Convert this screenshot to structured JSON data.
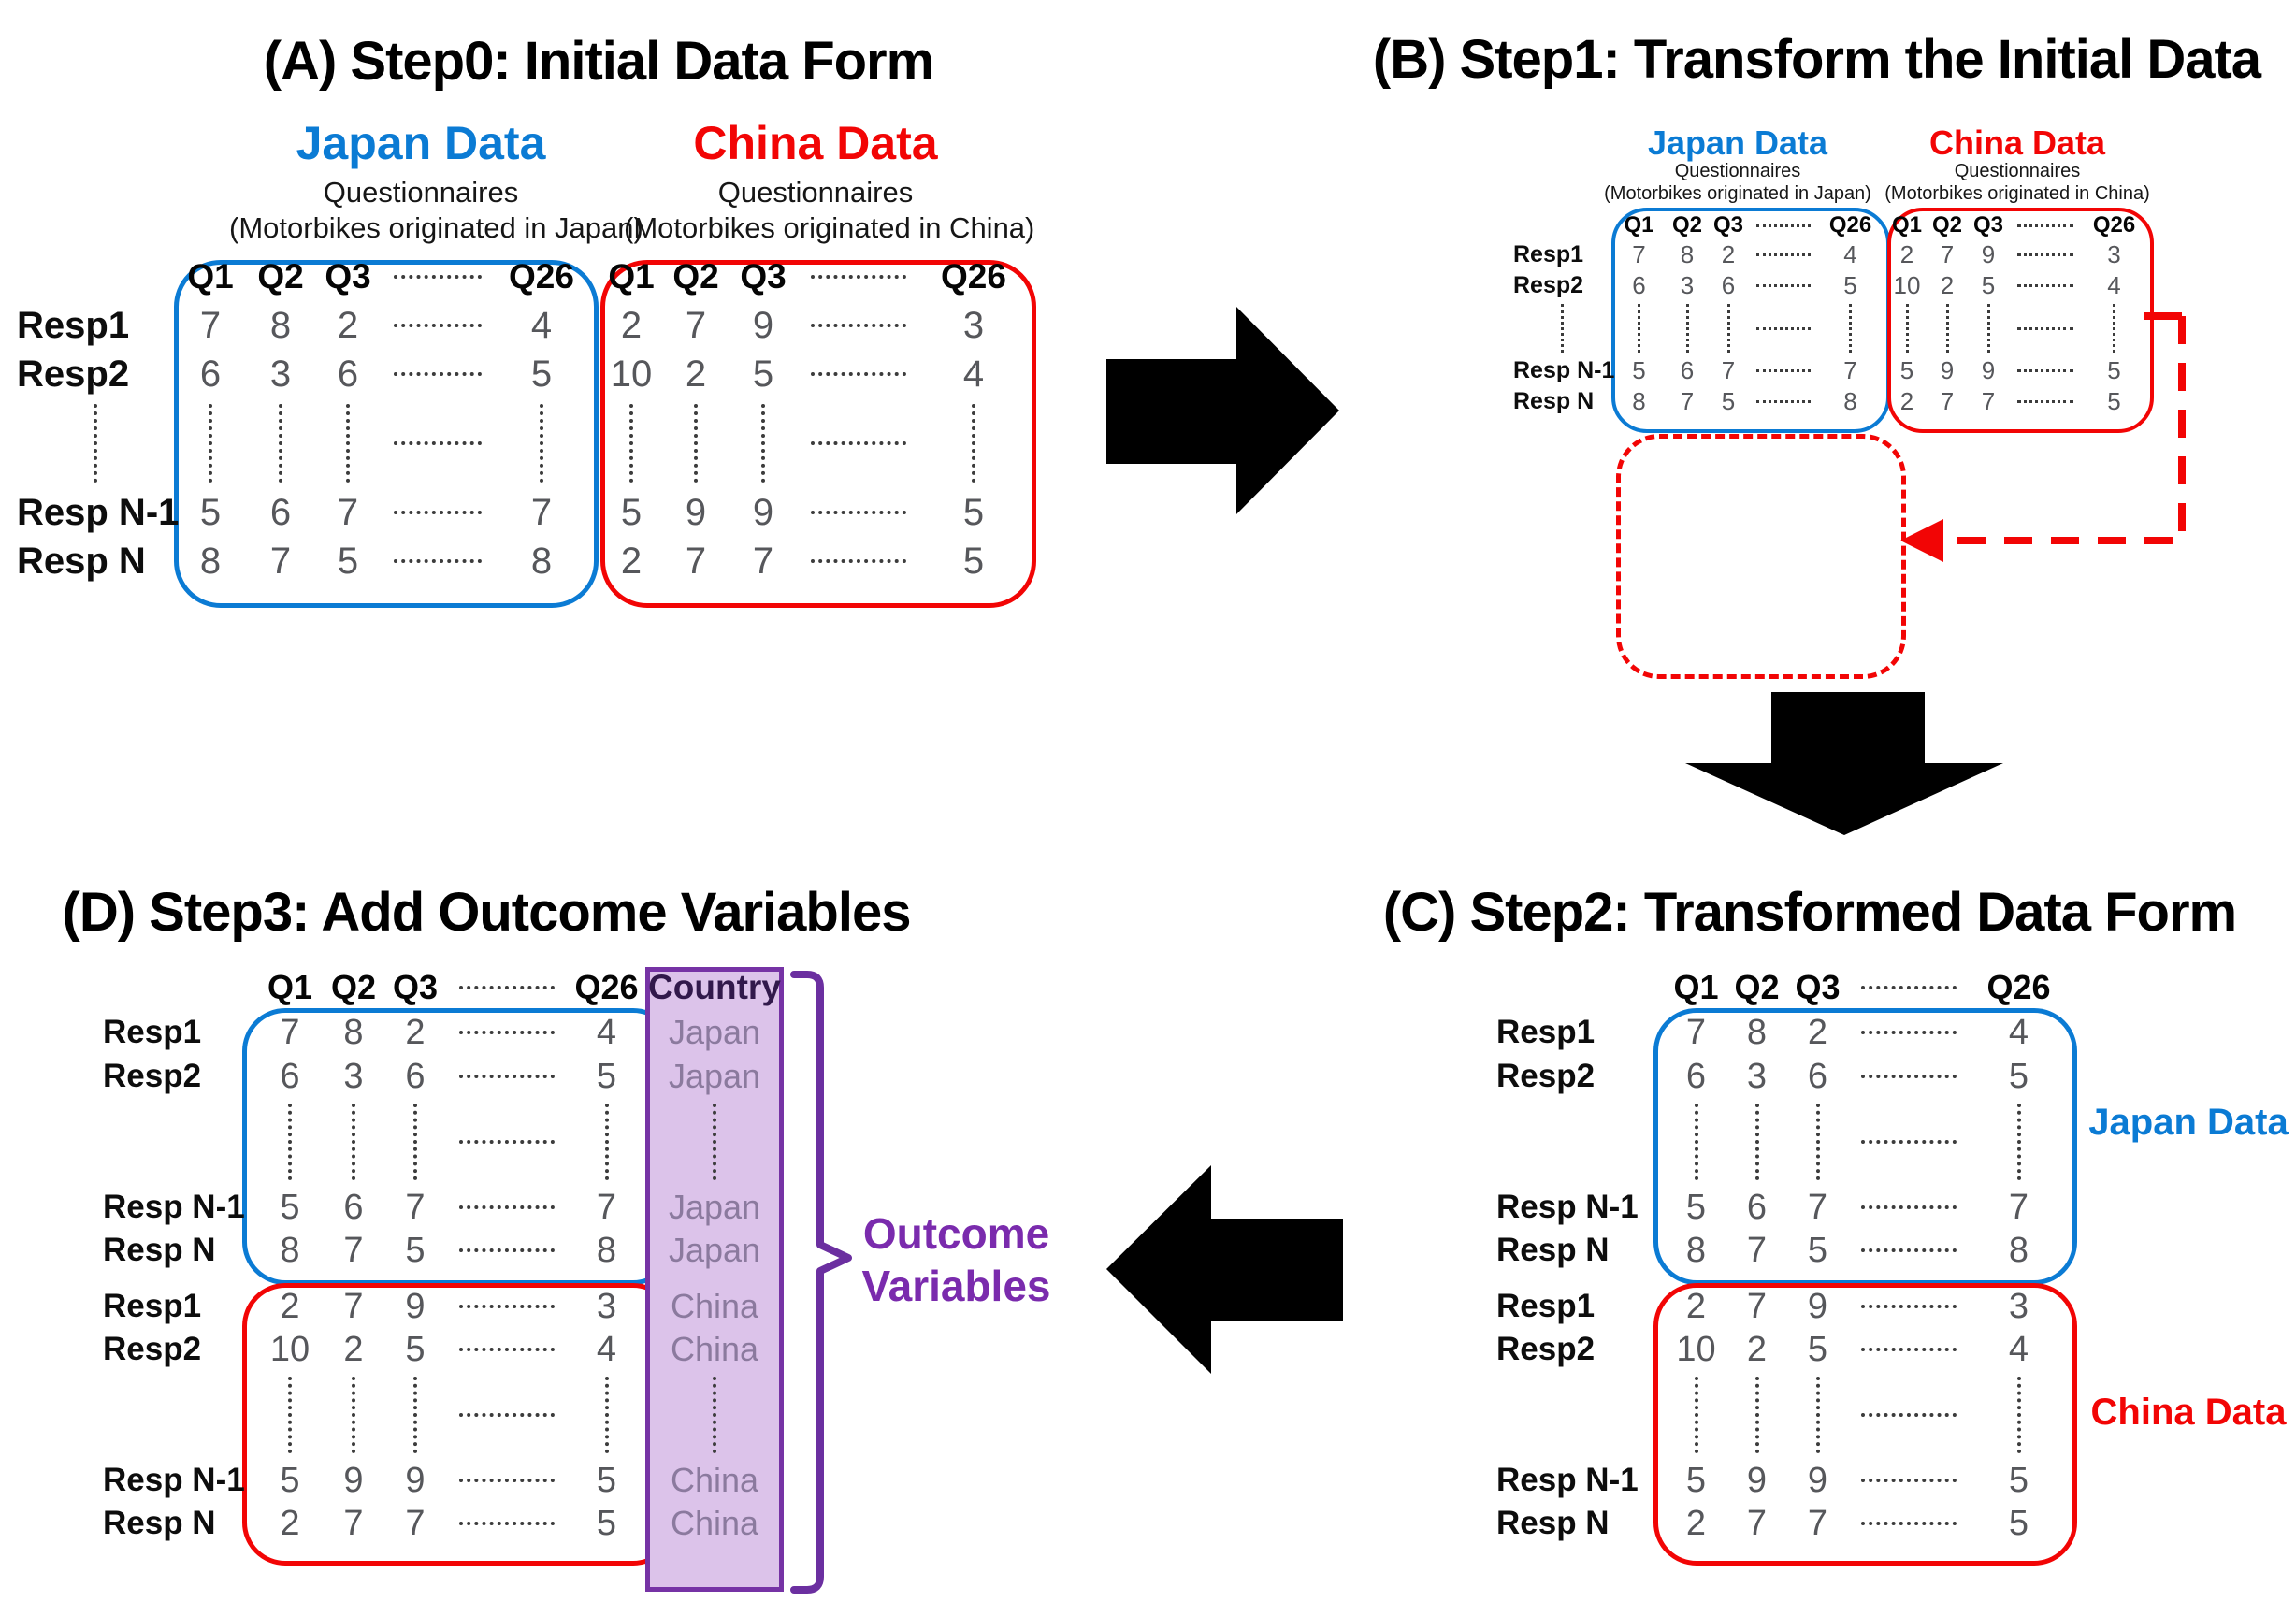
{
  "titles": {
    "a": "(A) Step0: Initial Data Form",
    "b": "(B) Step1: Transform the Initial Data",
    "c": "(C) Step2: Transformed Data Form",
    "d": "(D) Step3: Add Outcome Variables"
  },
  "columns": [
    "Q1",
    "Q2",
    "Q3",
    "Q26"
  ],
  "datasets": {
    "japan": {
      "name": "Japan Data",
      "questionnaires": "Questionnaires",
      "origin": "(Motorbikes originated in Japan)",
      "country": "Japan",
      "rows": [
        {
          "label": "Resp1",
          "values": [
            "7",
            "8",
            "2",
            "4"
          ]
        },
        {
          "label": "Resp2",
          "values": [
            "6",
            "3",
            "6",
            "5"
          ]
        },
        {
          "label": "Resp N-1",
          "values": [
            "5",
            "6",
            "7",
            "7"
          ]
        },
        {
          "label": "Resp N",
          "values": [
            "8",
            "7",
            "5",
            "8"
          ]
        }
      ]
    },
    "china": {
      "name": "China Data",
      "questionnaires": "Questionnaires",
      "origin": "(Motorbikes originated in China)",
      "country": "China",
      "rows": [
        {
          "label": "Resp1",
          "values": [
            "2",
            "7",
            "9",
            "3"
          ]
        },
        {
          "label": "Resp2",
          "values": [
            "10",
            "2",
            "5",
            "4"
          ]
        },
        {
          "label": "Resp N-1",
          "values": [
            "5",
            "9",
            "9",
            "5"
          ]
        },
        {
          "label": "Resp N",
          "values": [
            "2",
            "7",
            "7",
            "5"
          ]
        }
      ]
    }
  },
  "country_header": "Country",
  "outcome": {
    "line1": "Outcome",
    "line2": "Variables"
  },
  "colors": {
    "japan_blue": "#0b7bd4",
    "china_red": "#f20505",
    "outcome_purple": "#7a2bad",
    "country_header_text": "#31194b",
    "country_fill": "#dcc3ea",
    "country_border": "#7633a5",
    "value_gray": "#56575b",
    "arrow_black": "#000000"
  }
}
